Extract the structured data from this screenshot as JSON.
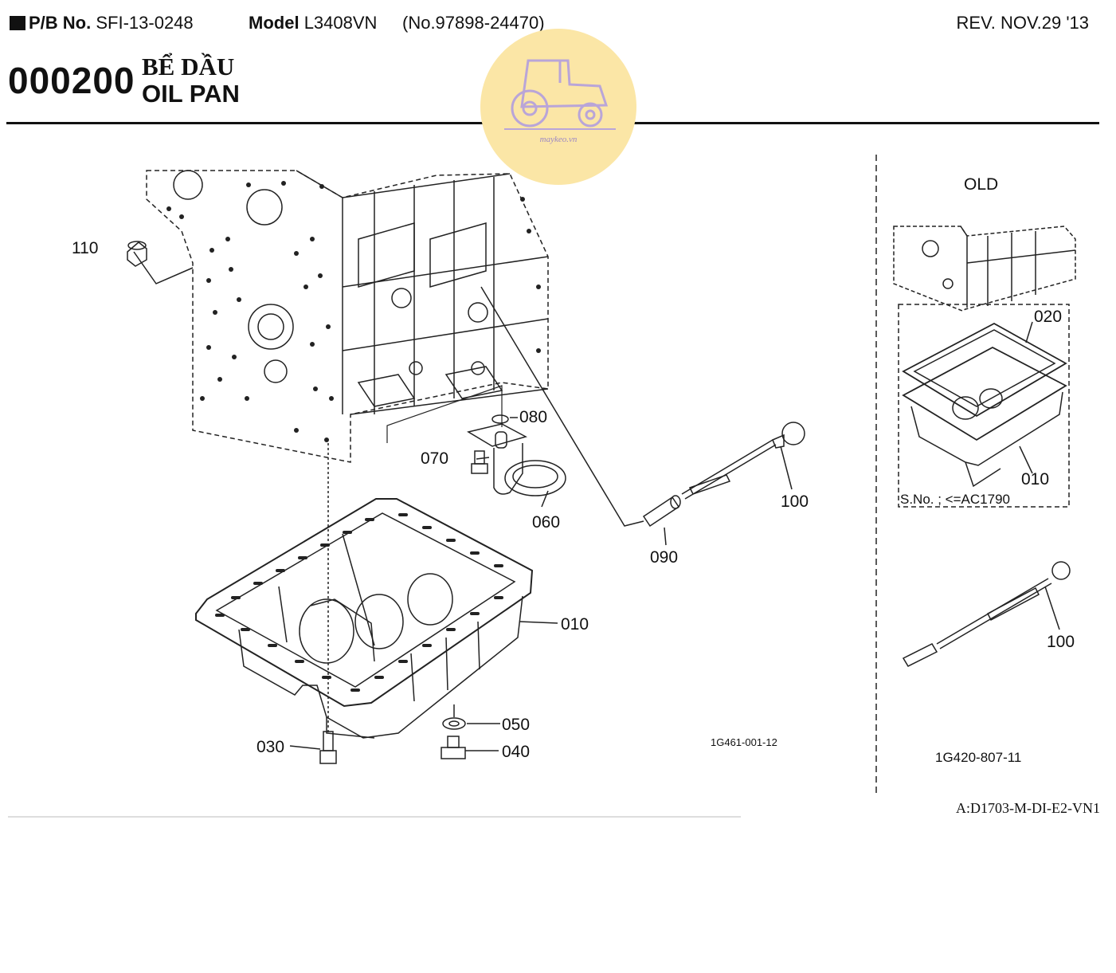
{
  "header": {
    "pb_label": "P/B No.",
    "pb_value": "SFI-13-0248",
    "model_label": "Model",
    "model_value": "L3408VN",
    "serial": "(No.97898-24470)",
    "revision": "REV. NOV.29 '13"
  },
  "section": {
    "code": "000200",
    "title_vn": "BỂ DẦU",
    "title_en": "OIL PAN"
  },
  "logo": {
    "text": "maykeo.vn",
    "icon": "tractor-icon",
    "color": "#fbe6a6"
  },
  "main_diagram": {
    "part_labels": [
      "110",
      "080",
      "070",
      "060",
      "100",
      "090",
      "010",
      "050",
      "040",
      "030"
    ],
    "drawing_ref": "1G461-001-12"
  },
  "old_panel": {
    "title": "OLD",
    "part_labels": [
      "020",
      "010",
      "100"
    ],
    "serial_note": "S.No. ; <=AC1790",
    "drawing_ref": "1G420-807-11"
  },
  "footer": {
    "doc_code": "A:D1703-M-DI-E2-VN1"
  }
}
